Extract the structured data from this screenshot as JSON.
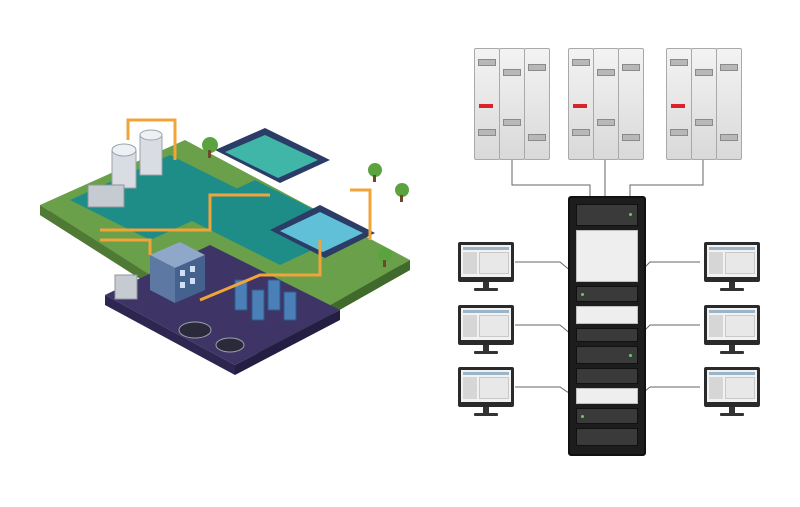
{
  "colors": {
    "grass": "#6aa04a",
    "water": "#1f8d87",
    "platform_dark": "#3e3566",
    "pipe": "#f0a43a",
    "tank": "#d9dde3",
    "rack": "#1d1d1d",
    "connector": "#666666"
  },
  "diagram": {
    "left_illustration": "isometric-water-treatment-plant",
    "plc_units": [
      "plc-1",
      "plc-2",
      "plc-3"
    ],
    "server_rack": "server-rack",
    "workstations_left": [
      "workstation-1",
      "workstation-2",
      "workstation-3"
    ],
    "workstations_right": [
      "workstation-4",
      "workstation-5",
      "workstation-6"
    ]
  }
}
